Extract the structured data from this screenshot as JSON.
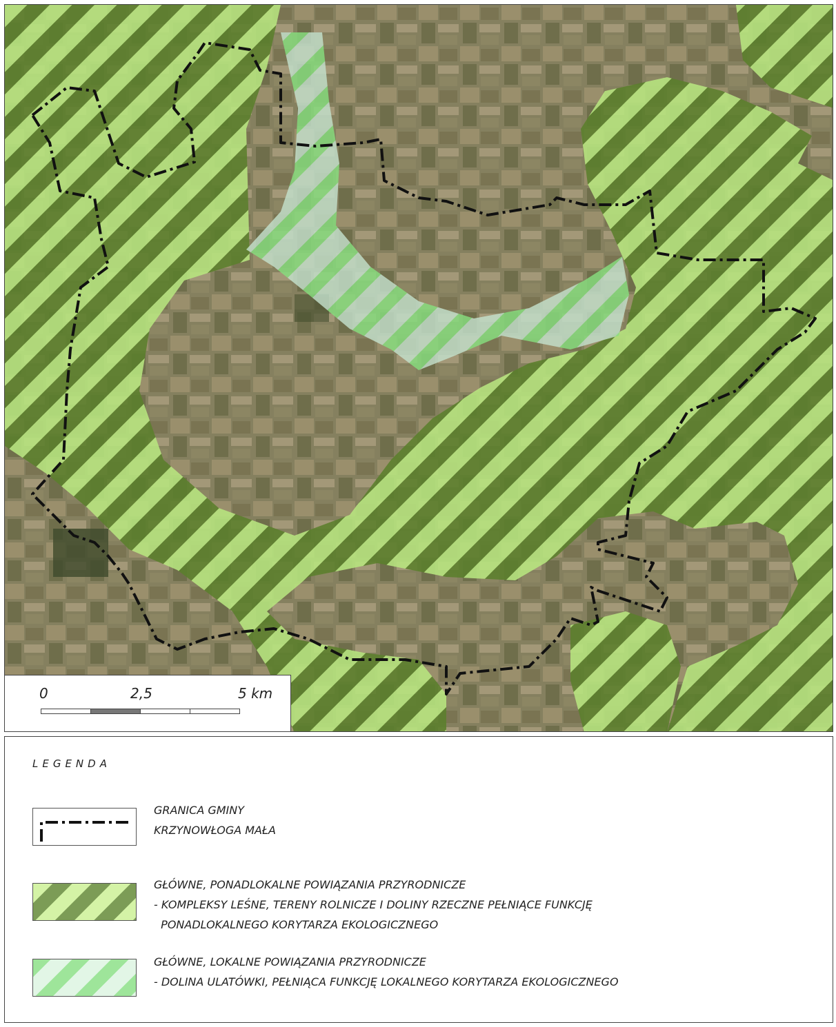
{
  "scalebar": {
    "labels": [
      "0",
      "2,5",
      "5 km"
    ]
  },
  "legend": {
    "title": "LEGENDA",
    "items": [
      {
        "symbol": "boundary-line",
        "lines": [
          "GRANICA GMINY",
          "KRZYNOWŁOGA MAŁA"
        ]
      },
      {
        "symbol": "dark-green-stripes",
        "lines": [
          "GŁÓWNE, PONADLOKALNE POWIĄZANIA PRZYRODNICZE",
          "- KOMPLEKSY LEŚNE, TERENY ROLNICZE I DOLINY RZECZNE PEŁNIĄCE FUNKCJĘ",
          "  PONADLOKALNEGO KORYTARZA EKOLOGICZNEGO"
        ]
      },
      {
        "symbol": "light-green-stripes",
        "lines": [
          "GŁÓWNE, LOKALNE POWIĄZANIA PRZYRODNICZE",
          "- DOLINA ULATÓWKI, PEŁNIĄCA FUNKCJĘ LOKALNEGO KORYTARZA EKOLOGICZNEGO"
        ]
      }
    ]
  },
  "colors": {
    "imagery_base": "#7d7a5e",
    "supra_local_dark": "#5b7f2c",
    "supra_local_light": "#b7e57f",
    "local_base": "#b9dcc2",
    "local_stripe": "#7fe07a",
    "boundary": "#111111"
  }
}
